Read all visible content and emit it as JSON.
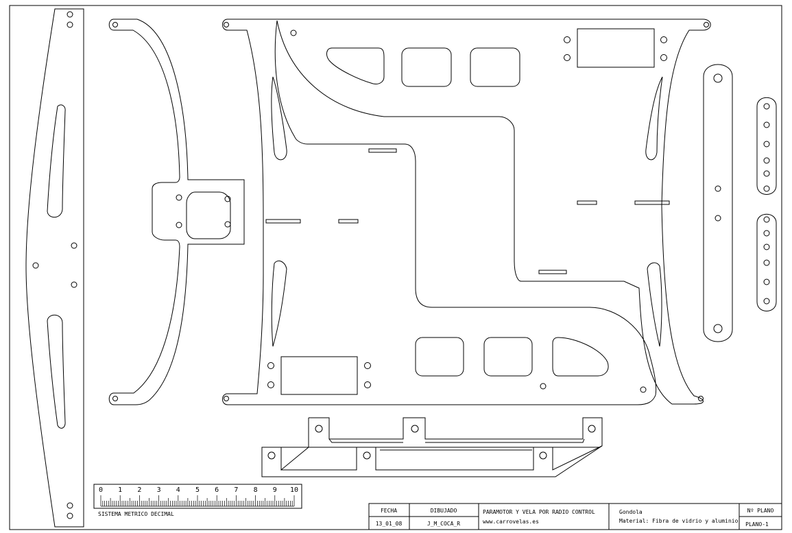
{
  "ruler": {
    "ticks": [
      "0",
      "1",
      "2",
      "3",
      "4",
      "5",
      "6",
      "7",
      "8",
      "9",
      "10"
    ],
    "caption": "SISTEMA METRICO DECIMAL"
  },
  "title_block": {
    "date_header": "FECHA",
    "date_value": "13_01_08",
    "drawn_header": "DIBUJADO",
    "drawn_value": "J_M_COCA_R",
    "project_title": "PARAMOTOR Y VELA POR RADIO CONTROL",
    "website": "www.carrovelas.es",
    "part_name": "Gondola",
    "material": "Material: Fibra de vidrio y aluminio",
    "sheet_no_header": "Nº PLANO",
    "sheet_no_value": "PLANO-1"
  }
}
